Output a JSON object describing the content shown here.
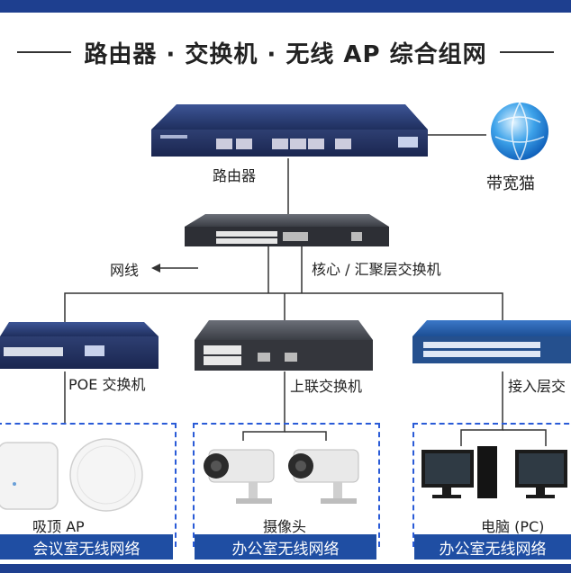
{
  "title": "路由器 · 交换机 · 无线 AP 综合组网",
  "labels": {
    "router": "路由器",
    "modem": "带宽猫",
    "network_cable": "网线",
    "core_switch": "核心 / 汇聚层交换机",
    "poe_switch": "POE 交换机",
    "uplink_switch": "上联交换机",
    "access_switch": "接入层交",
    "ceiling_ap": "吸顶 AP",
    "camera": "摄像头",
    "computer": "电脑 (PC)"
  },
  "captions": {
    "left": "会议室无线网络",
    "middle": "办公室无线网络",
    "right": "办公室无线网络"
  },
  "colors": {
    "frame": "#1e3f8f",
    "device_body": "#2c3f73",
    "caption_bg": "#1f4ea3",
    "dashed_border": "#2a5bd7"
  },
  "icons": [
    "globe-icon",
    "router-icon",
    "switch-icon",
    "ap-icon",
    "camera-icon",
    "pc-icon"
  ]
}
